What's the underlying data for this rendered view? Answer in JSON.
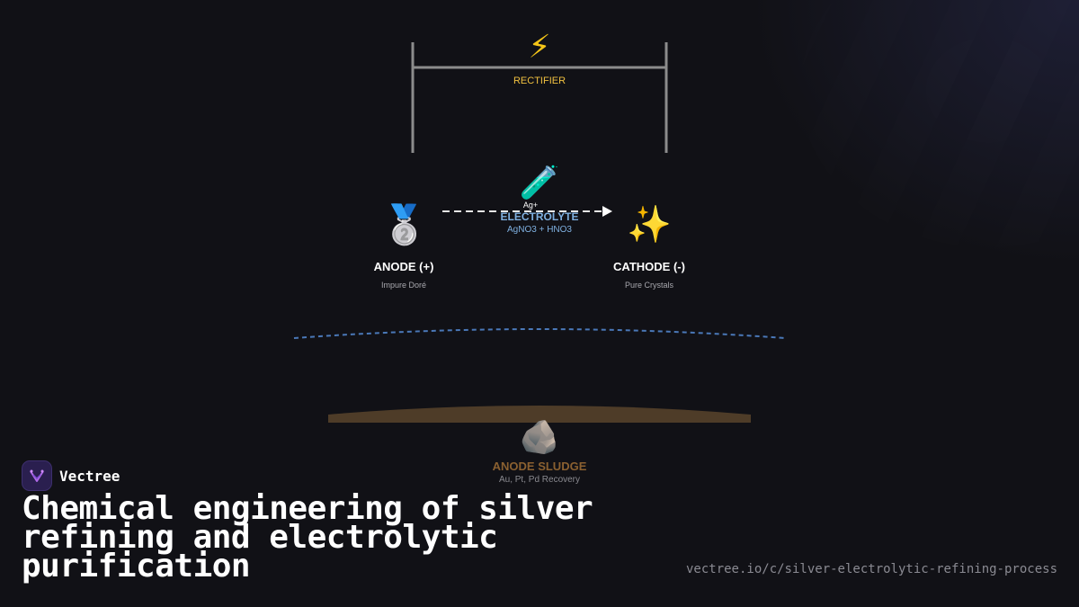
{
  "colors": {
    "background": "#111116",
    "wire": "#8c8c8c",
    "rectifier_label": "#f0c040",
    "electrolyte": "#7fb0e0",
    "sludge": "#8a6030",
    "sludge_fill": "#4e3c28",
    "electrolyte_level": "#4a78b8",
    "text_white": "#ffffff",
    "text_muted": "#a8a8ae"
  },
  "rectifier": {
    "icon": "lightning-bolt-icon",
    "label": "RECTIFIER"
  },
  "electrolyte": {
    "icon": "test-tube-icon",
    "ion_label": "Ag+",
    "label": "ELECTROLYTE",
    "formula": "AgNO3 + HNO3"
  },
  "anode": {
    "icon": "silver-medal-icon",
    "label": "ANODE (+)",
    "sublabel": "Impure Doré"
  },
  "cathode": {
    "icon": "sparkles-icon",
    "label": "CATHODE (-)",
    "sublabel": "Pure Crystals"
  },
  "sludge": {
    "icon": "rock-icon",
    "label": "ANODE SLUDGE",
    "sublabel": "Au, Pt, Pd Recovery"
  },
  "brand": {
    "name": "Vectree",
    "logo": "vectree-logo-icon"
  },
  "title": "Chemical engineering of silver refining and electrolytic purification",
  "url": "vectree.io/c/silver-electrolytic-refining-process"
}
